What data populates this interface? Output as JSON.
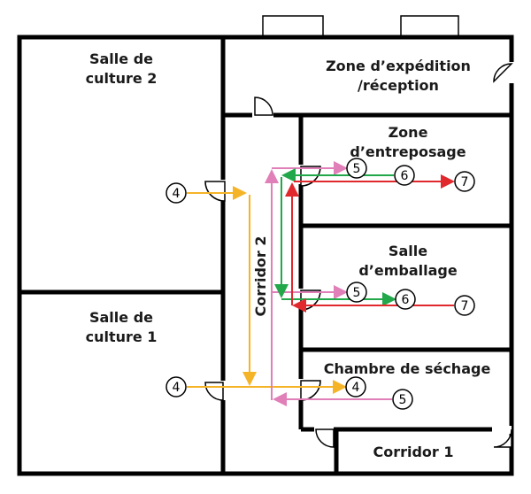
{
  "rooms": {
    "culture2": [
      "Salle de",
      "culture 2"
    ],
    "culture1": [
      "Salle de",
      "culture 1"
    ],
    "expedition": [
      "Zone d’expédition",
      "/réception"
    ],
    "entreposage": [
      "Zone",
      "d’entreposage"
    ],
    "emballage": [
      "Salle",
      "d’emballage"
    ],
    "sechage": "Chambre de séchage",
    "corridor1": "Corridor 1",
    "corridor2": "Corridor 2"
  },
  "markers": {
    "m4": "4",
    "m5": "5",
    "m6": "6",
    "m7": "7"
  },
  "colors": {
    "orange": "#f5b428",
    "pink": "#e07fb8",
    "green": "#22a84a",
    "red": "#e0282d"
  }
}
